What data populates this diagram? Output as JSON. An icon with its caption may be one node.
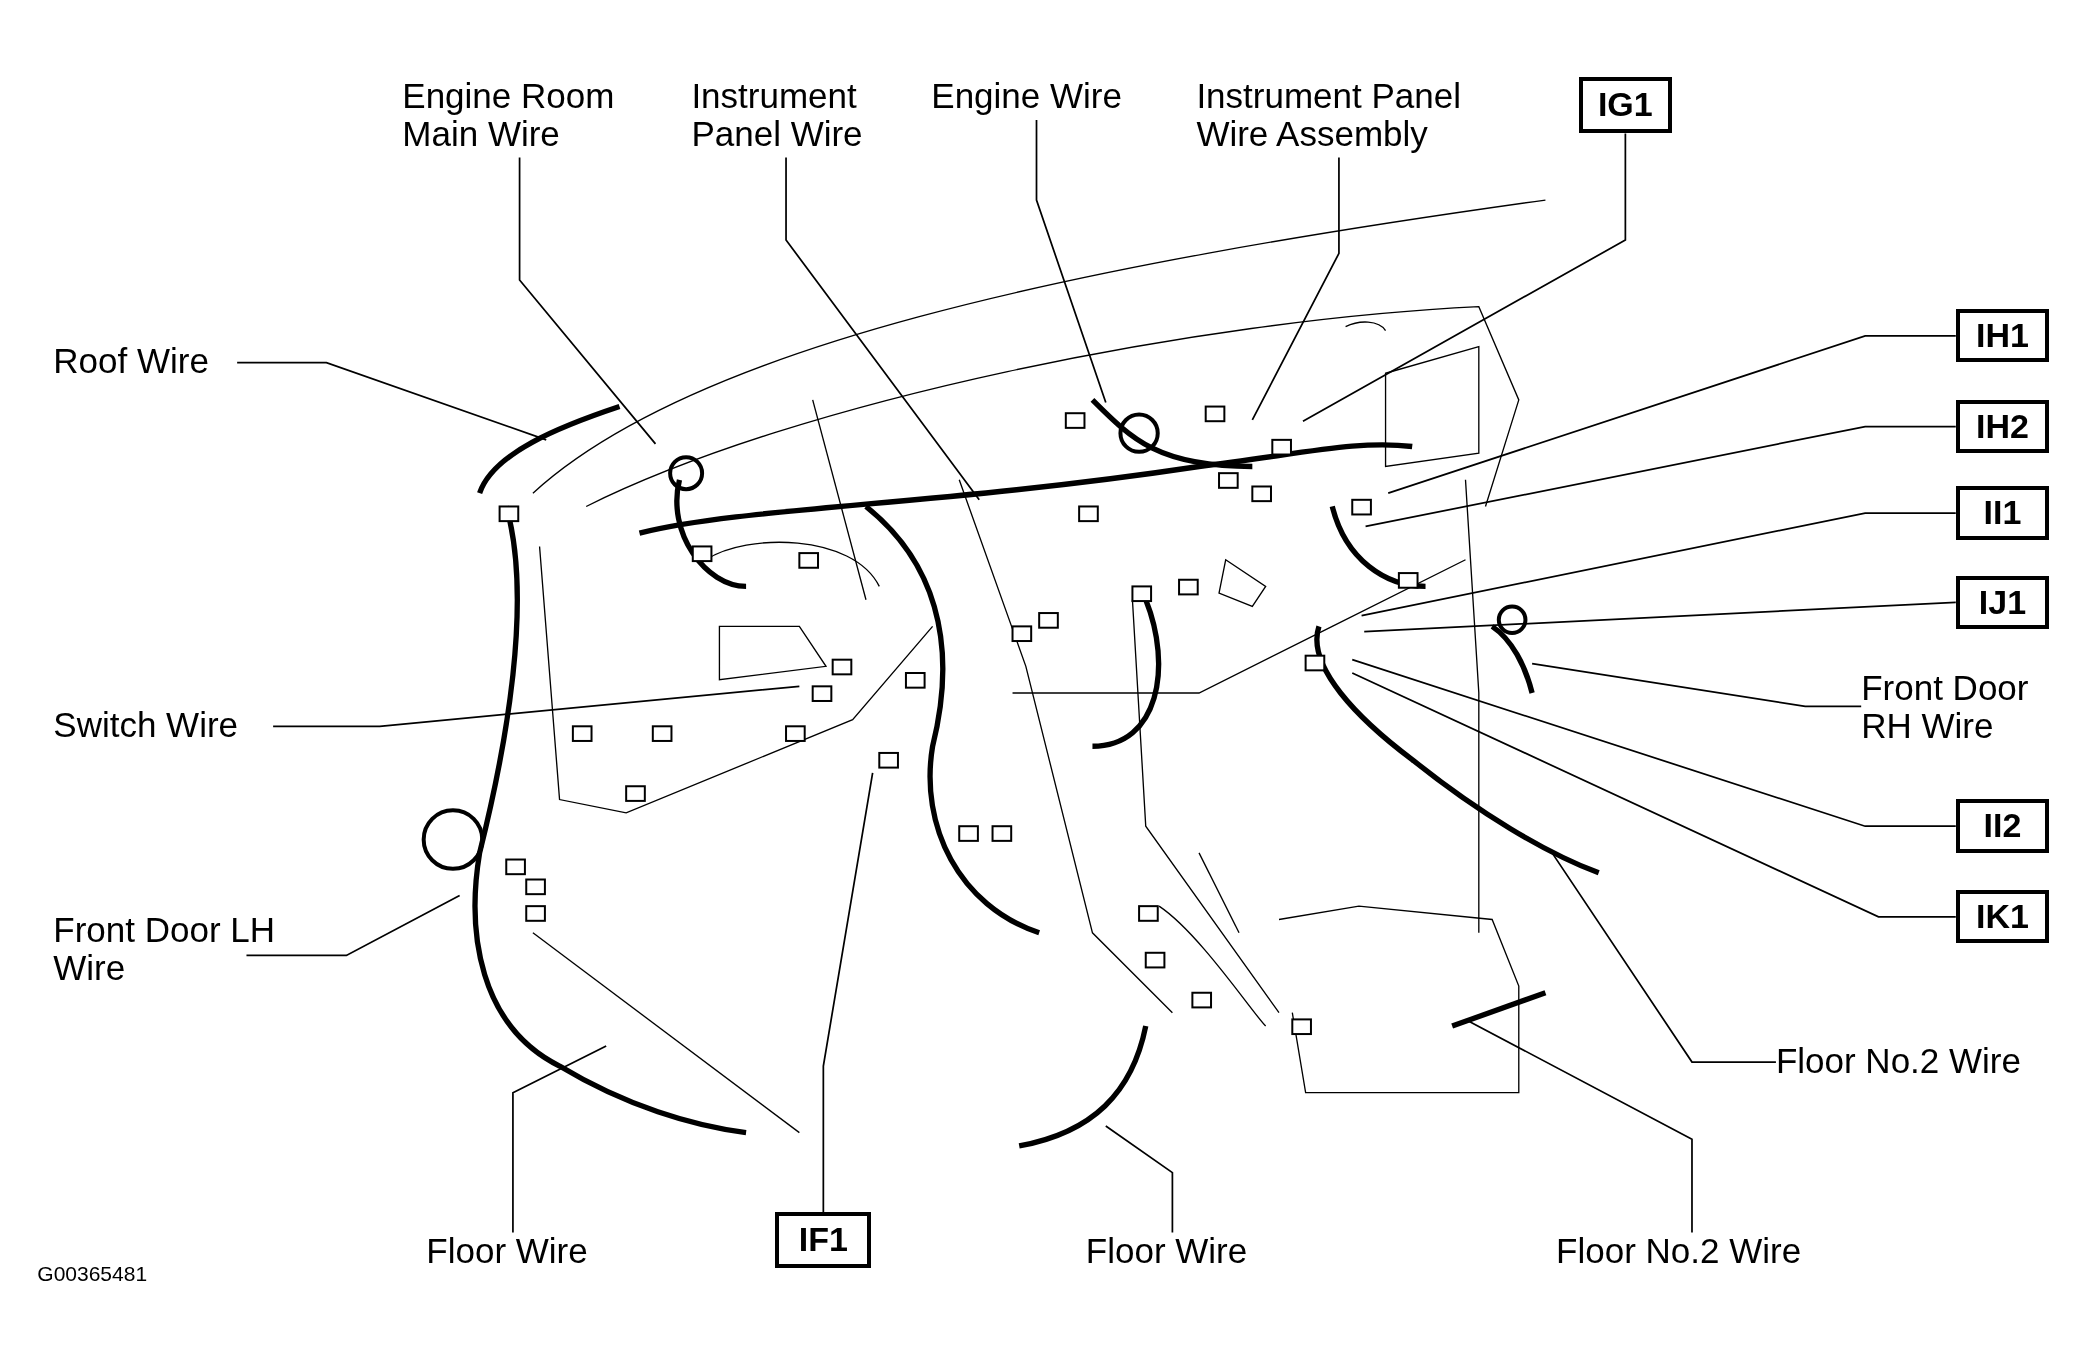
{
  "diagram": {
    "nodes": [
      {
        "text": [
          "Engine Room Main Wire"
        ]
      },
      {
        "text": [
          "Instrument Panel Wire"
        ]
      },
      {
        "text": [
          "Engine Wire"
        ]
      },
      {
        "text": [
          "Instrument Panel Wire Assembly"
        ]
      },
      {
        "text": [
          "IG1"
        ]
      },
      {
        "text": [
          "IH1"
        ]
      },
      {
        "text": [
          "IH2"
        ]
      },
      {
        "text": [
          "II1"
        ]
      },
      {
        "text": [
          "IJ1"
        ]
      },
      {
        "text": [
          "Front Door RH Wire"
        ]
      },
      {
        "text": [
          "II2"
        ]
      },
      {
        "text": [
          "IK1"
        ]
      },
      {
        "text": [
          "Floor No.2 Wire"
        ]
      },
      {
        "text": [
          "Floor No.2 Wire"
        ]
      },
      {
        "text": [
          "Floor Wire"
        ]
      },
      {
        "text": [
          "IF1"
        ]
      },
      {
        "text": [
          "Floor Wire"
        ]
      },
      {
        "text": [
          "Front Door LH Wire"
        ]
      },
      {
        "text": [
          "Switch Wire"
        ]
      },
      {
        "text": [
          "Roof Wire"
        ]
      }
    ],
    "edges": [
      {
        "from": 0,
        "to": null,
        "arrow": "none"
      },
      {
        "from": 1,
        "to": null,
        "arrow": "none"
      },
      {
        "from": 2,
        "to": null,
        "arrow": "none"
      },
      {
        "from": 3,
        "to": null,
        "arrow": "none"
      },
      {
        "from": 4,
        "to": null,
        "arrow": "none"
      },
      {
        "from": 5,
        "to": null,
        "arrow": "none"
      },
      {
        "from": 6,
        "to": null,
        "arrow": "none"
      },
      {
        "from": 7,
        "to": null,
        "arrow": "none"
      },
      {
        "from": 8,
        "to": null,
        "arrow": "none"
      },
      {
        "from": 9,
        "to": null,
        "arrow": "none"
      },
      {
        "from": 10,
        "to": null,
        "arrow": "none"
      },
      {
        "from": 11,
        "to": null,
        "arrow": "none"
      },
      {
        "from": 12,
        "to": null,
        "arrow": "none"
      },
      {
        "from": 13,
        "to": null,
        "arrow": "none"
      },
      {
        "from": 14,
        "to": null,
        "arrow": "none"
      },
      {
        "from": 15,
        "to": null,
        "arrow": "none"
      },
      {
        "from": 16,
        "to": null,
        "arrow": "none"
      },
      {
        "from": 17,
        "to": null,
        "arrow": "none"
      },
      {
        "from": 18,
        "to": null,
        "arrow": "none"
      },
      {
        "from": 19,
        "to": null,
        "arrow": "none"
      }
    ],
    "labels": [
      "G00365481"
    ]
  }
}
